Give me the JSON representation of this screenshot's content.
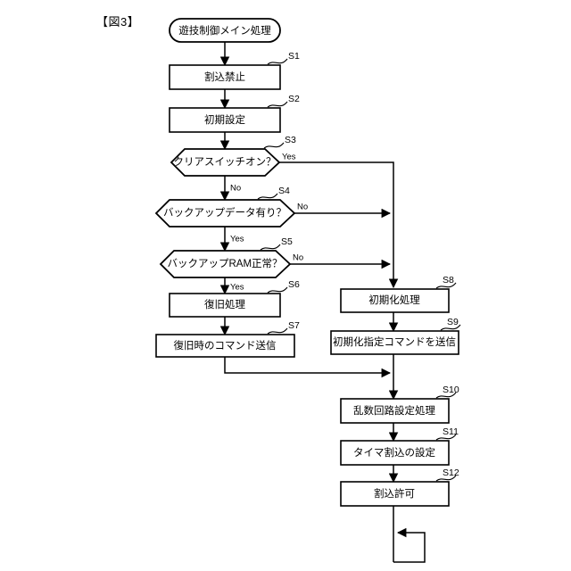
{
  "figure": {
    "label": "【図3】",
    "title_terminal": "遊技制御メイン処理"
  },
  "branch_labels": {
    "yes": "Yes",
    "no": "No"
  },
  "nodes": [
    {
      "id": "start",
      "shape": "terminator",
      "step": "",
      "text": "遊技制御メイン処理"
    },
    {
      "id": "s1",
      "shape": "process",
      "step": "S1",
      "text": "割込禁止"
    },
    {
      "id": "s2",
      "shape": "process",
      "step": "S2",
      "text": "初期設定"
    },
    {
      "id": "s3",
      "shape": "decision",
      "step": "S3",
      "text": "クリアスイッチオン？"
    },
    {
      "id": "s4",
      "shape": "decision",
      "step": "S4",
      "text": "バックアップデータ有り？"
    },
    {
      "id": "s5",
      "shape": "decision",
      "step": "S5",
      "text": "バックアップRAM正常？"
    },
    {
      "id": "s6",
      "shape": "process",
      "step": "S6",
      "text": "復旧処理"
    },
    {
      "id": "s7",
      "shape": "process",
      "step": "S7",
      "text": "復旧時のコマンド送信"
    },
    {
      "id": "s8",
      "shape": "process",
      "step": "S8",
      "text": "初期化処理"
    },
    {
      "id": "s9",
      "shape": "process",
      "step": "S9",
      "text": "初期化指定コマンドを送信"
    },
    {
      "id": "s10",
      "shape": "process",
      "step": "S10",
      "text": "乱数回路設定処理"
    },
    {
      "id": "s11",
      "shape": "process",
      "step": "S11",
      "text": "タイマ割込の設定"
    },
    {
      "id": "s12",
      "shape": "process",
      "step": "S12",
      "text": "割込許可"
    }
  ],
  "edges": [
    {
      "from": "start",
      "to": "s1",
      "label": ""
    },
    {
      "from": "s1",
      "to": "s2",
      "label": ""
    },
    {
      "from": "s2",
      "to": "s3",
      "label": ""
    },
    {
      "from": "s3",
      "to": "s8",
      "label": "Yes"
    },
    {
      "from": "s3",
      "to": "s4",
      "label": "No"
    },
    {
      "from": "s4",
      "to": "s8",
      "label": "No"
    },
    {
      "from": "s4",
      "to": "s5",
      "label": "Yes"
    },
    {
      "from": "s5",
      "to": "s8",
      "label": "No"
    },
    {
      "from": "s5",
      "to": "s6",
      "label": "Yes"
    },
    {
      "from": "s6",
      "to": "s7",
      "label": ""
    },
    {
      "from": "s7",
      "to": "s10",
      "label": ""
    },
    {
      "from": "s8",
      "to": "s9",
      "label": ""
    },
    {
      "from": "s9",
      "to": "s10",
      "label": ""
    },
    {
      "from": "s10",
      "to": "s11",
      "label": ""
    },
    {
      "from": "s11",
      "to": "s12",
      "label": ""
    },
    {
      "from": "s12",
      "to": "s12",
      "label": ""
    }
  ],
  "colors": {
    "ink": "#000000",
    "paper": "#ffffff"
  }
}
